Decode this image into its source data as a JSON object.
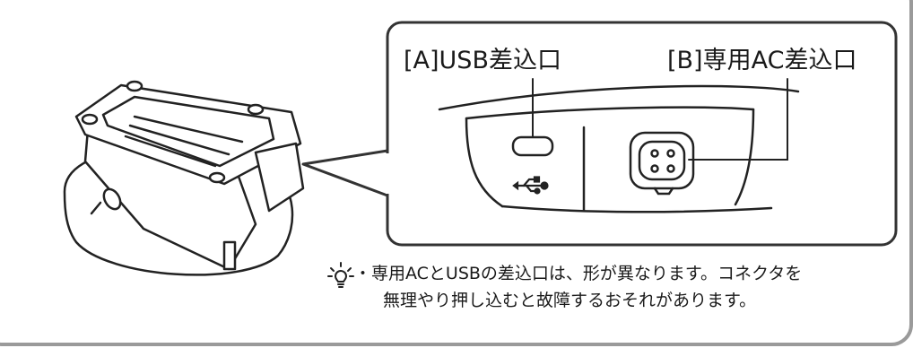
{
  "callout": {
    "port_a_label": "[A]USB差込口",
    "port_b_label": "[B]専用AC差込口"
  },
  "note": {
    "icon": "lightbulb-icon",
    "line1": "・専用ACとUSBの差込口は、形が異なります。コネクタを",
    "line2": "無理やり押し込むと故障するおそれがあります。"
  },
  "icons": {
    "usb": "usb-icon"
  },
  "colors": {
    "border": "#333333",
    "frame_gray": "#9a9a9a",
    "text": "#1a1a1a"
  }
}
